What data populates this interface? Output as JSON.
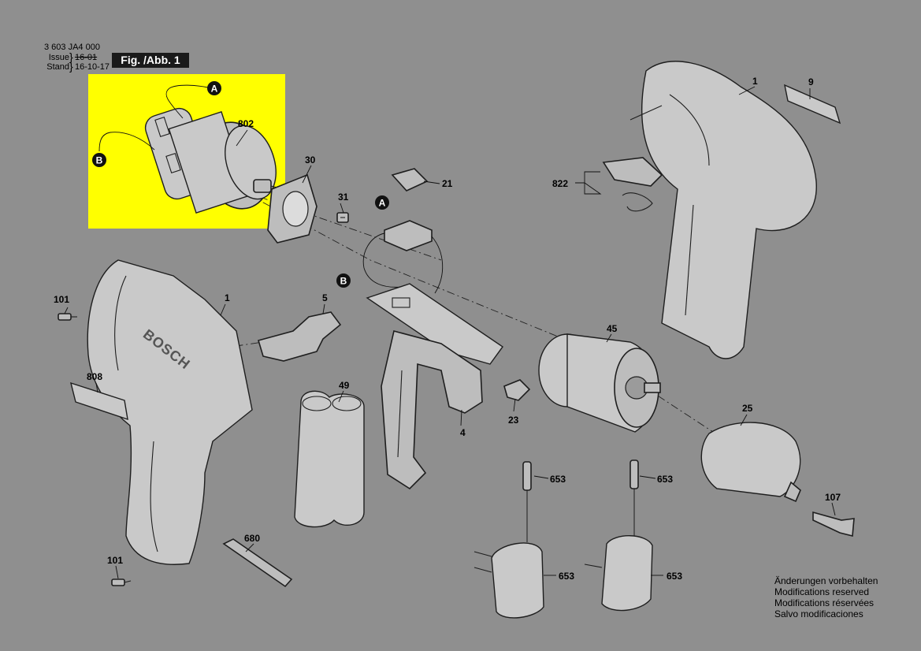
{
  "header": {
    "doc_number": "3 603 JA4 000",
    "issue_label": "Issue",
    "issue_value": "16-01",
    "stand_label": "Stand",
    "stand_value": "16-10-17",
    "figure_label": "Fig. /Abb. 1"
  },
  "callouts": {
    "A": "A",
    "B": "B"
  },
  "labels": {
    "p802": "802",
    "p30": "30",
    "p31": "31",
    "p21": "21",
    "p1_housing_right": "1",
    "p9": "9",
    "p822": "822",
    "p101_top": "101",
    "p1_housing_left": "1",
    "p5": "5",
    "p808": "808",
    "p49": "49",
    "p4": "4",
    "p23": "23",
    "p45": "45",
    "p25": "25",
    "p653_a": "653",
    "p653_b": "653",
    "p653_c": "653",
    "p653_d": "653",
    "p107": "107",
    "p680": "680",
    "p101_bottom": "101"
  },
  "housing_brand": "BOSCH",
  "notes": [
    "Änderungen vorbehalten",
    "Modifications reserved",
    "Modifications réservées",
    "Salvo modificaciones"
  ],
  "colors": {
    "background": "#8f8f8f",
    "highlight": "#ffff00",
    "badge": "#1a1a1a"
  }
}
